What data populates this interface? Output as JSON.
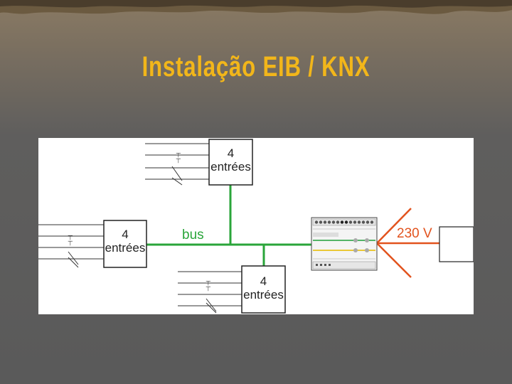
{
  "slide": {
    "title": "Instalação  EIB / KNX"
  },
  "diagram": {
    "input_modules": [
      {
        "count": "4",
        "label": "entrées"
      },
      {
        "count": "4",
        "label": "entrées"
      },
      {
        "count": "4",
        "label": "entrées"
      }
    ],
    "bus_label": "bus",
    "voltage_label": "230 V",
    "colors": {
      "title": "#f2b61a",
      "bus": "#2aa53a",
      "power": "#e2531e",
      "panel": "#ffffff",
      "background": "#5a5a5a"
    }
  }
}
